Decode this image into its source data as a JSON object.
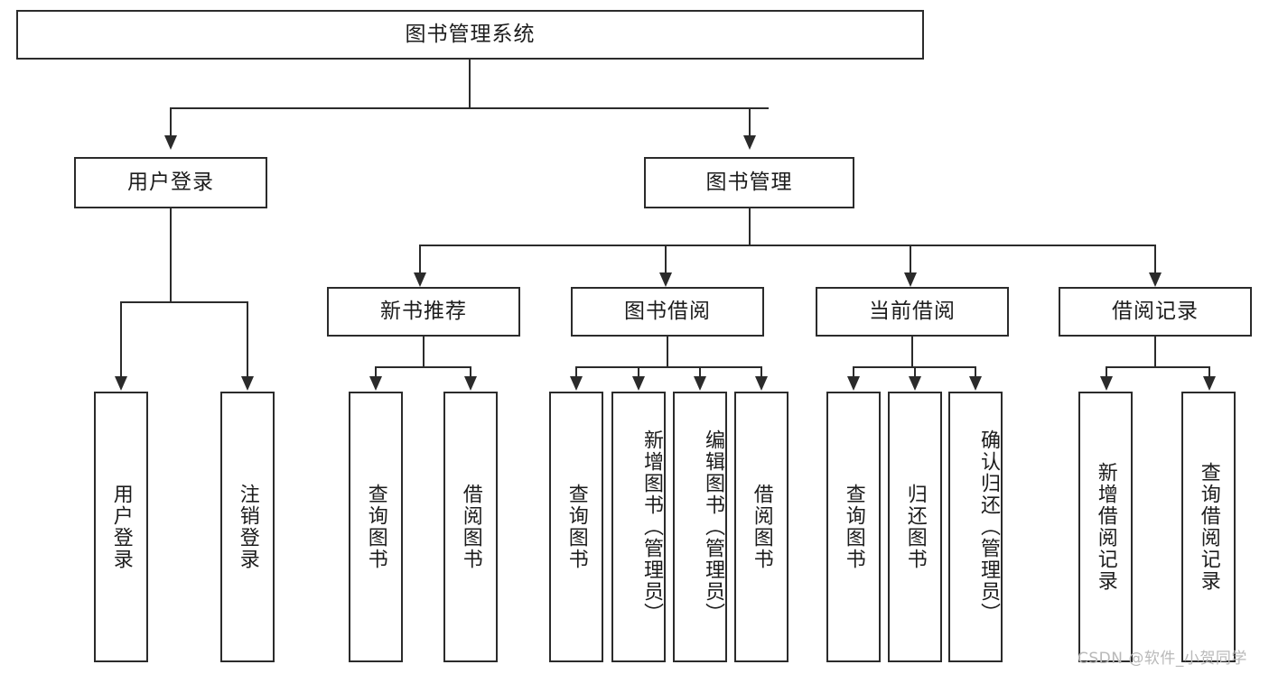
{
  "diagram": {
    "title_node": {
      "label": "图书管理系统"
    },
    "level2": [
      {
        "id": "user-login",
        "label": "用户登录"
      },
      {
        "id": "book-manage",
        "label": "图书管理"
      }
    ],
    "level3": [
      {
        "id": "new-book-recommend",
        "label": "新书推荐"
      },
      {
        "id": "book-borrow",
        "label": "图书借阅"
      },
      {
        "id": "current-borrow",
        "label": "当前借阅"
      },
      {
        "id": "borrow-record",
        "label": "借阅记录"
      }
    ],
    "leaves": {
      "user_login": [
        {
          "id": "leaf-user-login",
          "label": "用户登录"
        },
        {
          "id": "leaf-logout-login",
          "label": "注销登录"
        }
      ],
      "new_book_recommend": [
        {
          "id": "leaf-query-book-1",
          "label": "查询图书"
        },
        {
          "id": "leaf-borrow-book-1",
          "label": "借阅图书"
        }
      ],
      "book_borrow": [
        {
          "id": "leaf-query-book-2",
          "label": "查询图书"
        },
        {
          "id": "leaf-add-book",
          "label": "新增图书（管理员）"
        },
        {
          "id": "leaf-edit-book",
          "label": "编辑图书（管理员）"
        },
        {
          "id": "leaf-borrow-book-2",
          "label": "借阅图书"
        }
      ],
      "current_borrow": [
        {
          "id": "leaf-query-book-3",
          "label": "查询图书"
        },
        {
          "id": "leaf-return-book",
          "label": "归还图书"
        },
        {
          "id": "leaf-confirm-return",
          "label": "确认归还（管理员）"
        }
      ],
      "borrow_record": [
        {
          "id": "leaf-add-record",
          "label": "新增借阅记录"
        },
        {
          "id": "leaf-query-record",
          "label": "查询借阅记录"
        }
      ]
    }
  },
  "watermark": {
    "text": "CSDN @软件_小贺同学"
  },
  "colors": {
    "stroke": "#2b2b2b",
    "background": "#ffffff",
    "text": "#1c1c1c",
    "watermark": "#b9b9b9"
  }
}
